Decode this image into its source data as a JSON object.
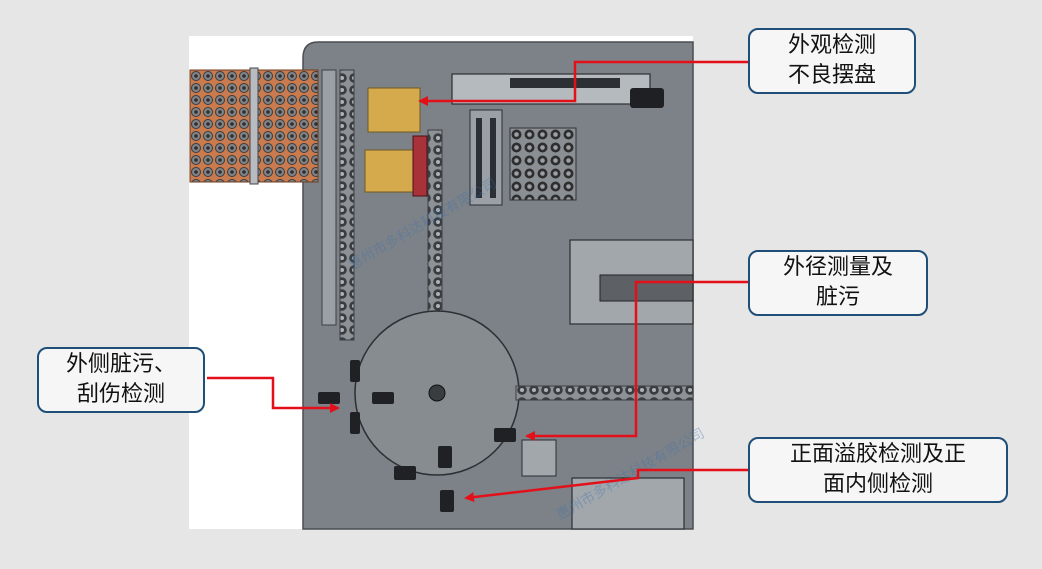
{
  "figure": {
    "background_color": "#e6e6e6",
    "machine_color": "#7d8288",
    "arrow_color": "#e3101a",
    "callout_border_color": "#1f4e79",
    "tray_color": "#c97a4f",
    "part_color": "#d5aa4c"
  },
  "callouts": {
    "appearance": {
      "line1": "外观检测",
      "line2": "不良摆盘"
    },
    "outer_diameter": {
      "line1": "外径测量及",
      "line2": "脏污"
    },
    "outer_side": {
      "line1": "外侧脏污、",
      "line2": "刮伤检测"
    },
    "front_glue": {
      "line1": "正面溢胶检测及正",
      "line2": "面内侧检测"
    }
  },
  "watermark": {
    "text": "惠州市多科达科技有限公司"
  }
}
